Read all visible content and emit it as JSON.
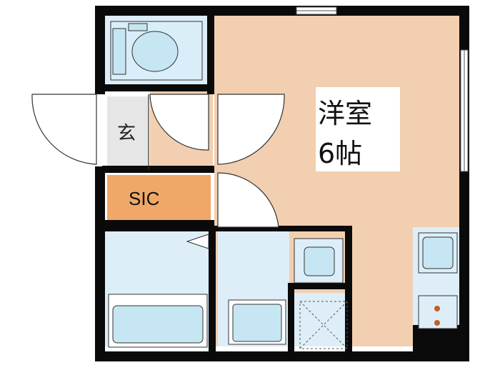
{
  "labels": {
    "room_name": "洋室",
    "room_size": "6帖",
    "closet": "SIC",
    "entrance": "玄"
  },
  "colors": {
    "wall": "#0a0a0a",
    "room_floor": "#f2cfb0",
    "wet_area": "#ddeef8",
    "fixture": "#c6e6f3",
    "closet": "#f0a868",
    "entrance_floor": "#e6e6e6"
  },
  "icons": [
    "toilet-icon",
    "bathtub-icon",
    "sink-icon",
    "washbasin-icon",
    "washing-machine-pan-icon",
    "stove-burner-icon",
    "door-swing-icon",
    "window-icon"
  ]
}
